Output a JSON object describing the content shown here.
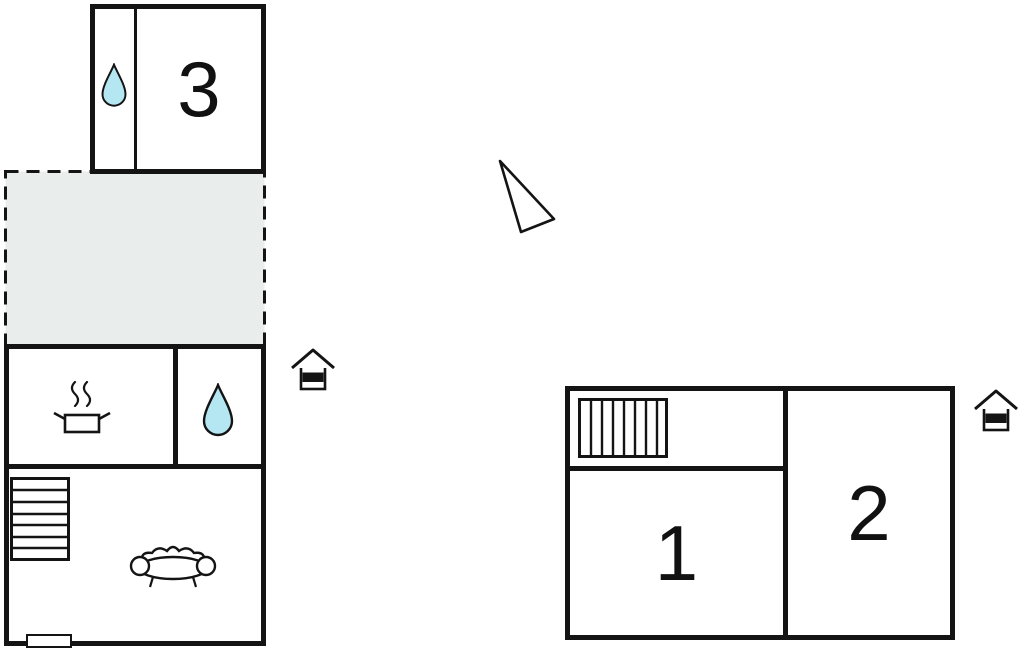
{
  "page": {
    "type": "floor-plan"
  },
  "colors": {
    "wall": "#141414",
    "water_fill": "#b5e7f3",
    "terrace_fill": "#e9edec",
    "background": "#ffffff"
  },
  "rooms": {
    "room1": {
      "label": "1"
    },
    "room2": {
      "label": "2"
    },
    "room3": {
      "label": "3"
    }
  },
  "icons": {
    "room3_drop": "water-drop",
    "bathroom_drop": "water-drop",
    "stove": "stove",
    "stairs": "stairs",
    "sofa": "sofa",
    "radiator": "radiator",
    "north_arrow": "north-arrow",
    "entrance_left": "house-marker",
    "entrance_right": "house-marker"
  }
}
